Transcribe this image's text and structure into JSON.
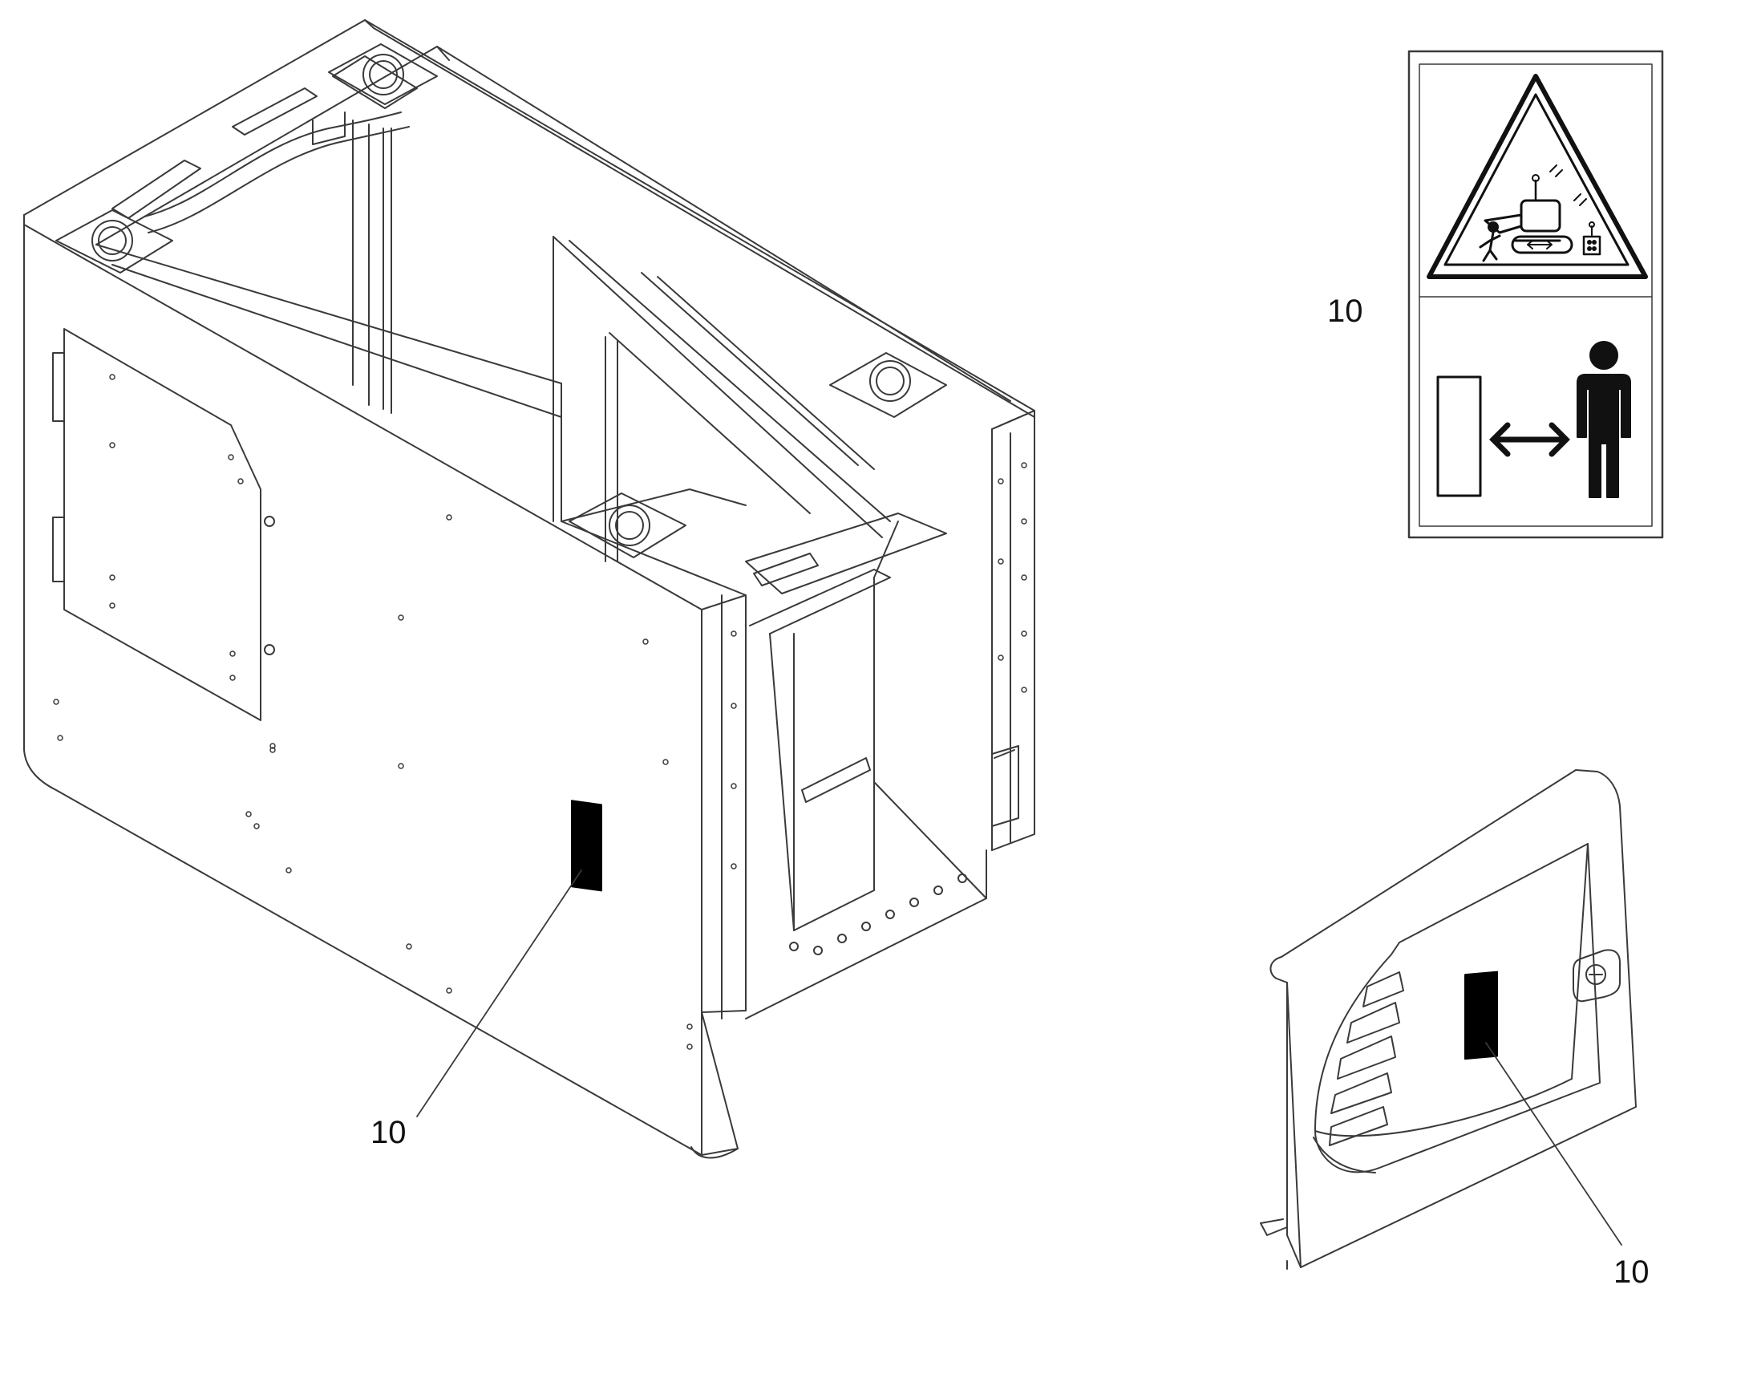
{
  "diagram": {
    "callouts": [
      {
        "id": "main-panel",
        "label": "10"
      },
      {
        "id": "decal-detail",
        "label": "10"
      },
      {
        "id": "door-panel",
        "label": "10"
      }
    ],
    "colors": {
      "line": "#3a3a3a",
      "thin_line": "#6b6b6b",
      "decal_fill": "#000000",
      "background": "#ffffff"
    },
    "decal": {
      "upper_symbol": "warning-triangle-remote-machine-icon",
      "lower_symbol": "keep-distance-person-icon"
    }
  }
}
